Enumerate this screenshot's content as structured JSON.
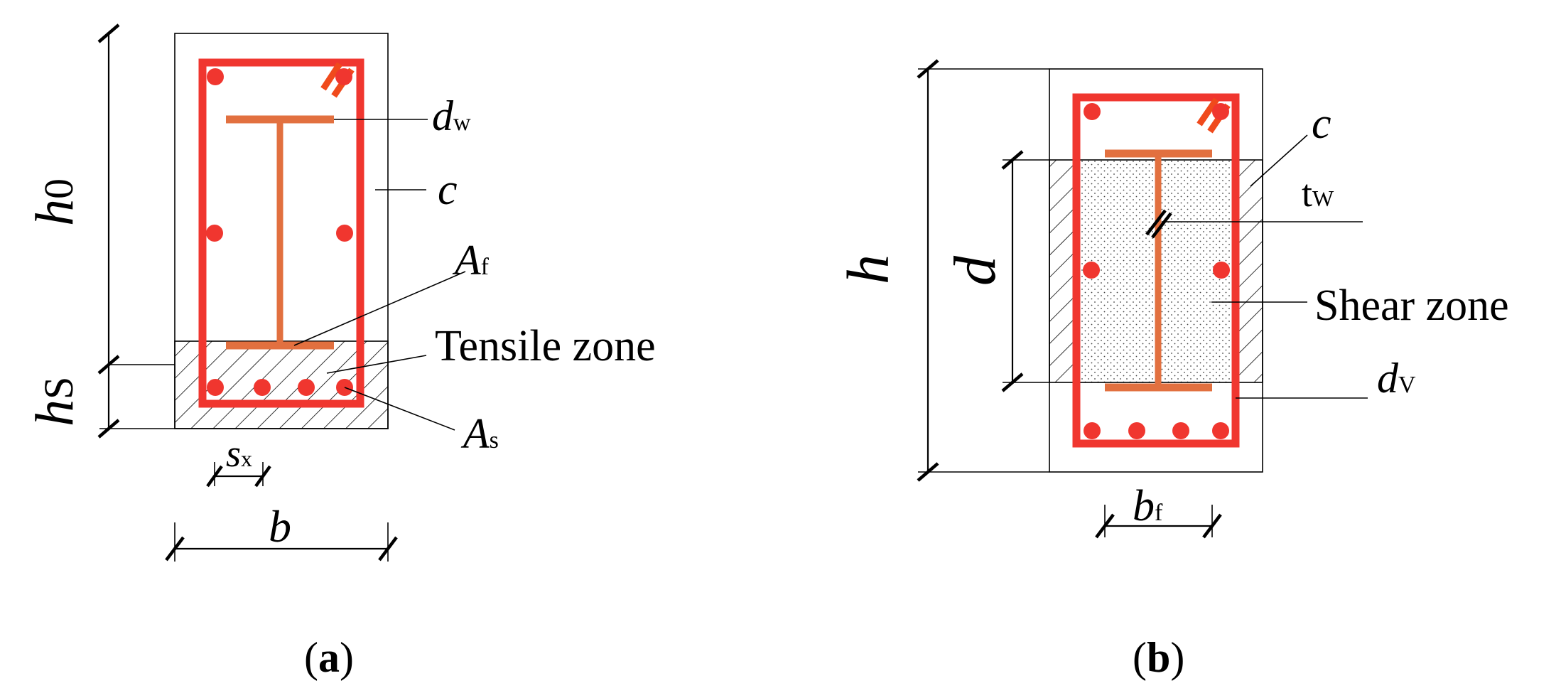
{
  "panel_a": {
    "label_open": "(",
    "label_letter": "a",
    "label_close": ")",
    "h0": {
      "main": "h",
      "sub": "0"
    },
    "hs": {
      "main": "h",
      "sub": "S"
    },
    "dw": {
      "main": "d",
      "sub": "w"
    },
    "c": "c",
    "Af": {
      "main": "A",
      "sub": "f"
    },
    "As": {
      "main": "A",
      "sub": "s"
    },
    "tensile_zone": "Tensile zone",
    "sx": {
      "main": "s",
      "sub": "x"
    },
    "b": "b"
  },
  "panel_b": {
    "label_open": "(",
    "label_letter": "b",
    "label_close": ")",
    "h": "h",
    "d": "d",
    "c": "c",
    "tw": {
      "main": "t",
      "sub": "W"
    },
    "shear_zone": "Shear zone",
    "dv": {
      "main": "d",
      "sub": "V"
    },
    "bf": {
      "main": "b",
      "sub": "f"
    }
  },
  "colors": {
    "stirrup": "#f0362f",
    "steel_section": "#e2703f",
    "rebar": "#f0362f",
    "hook": "#f04a1c"
  }
}
